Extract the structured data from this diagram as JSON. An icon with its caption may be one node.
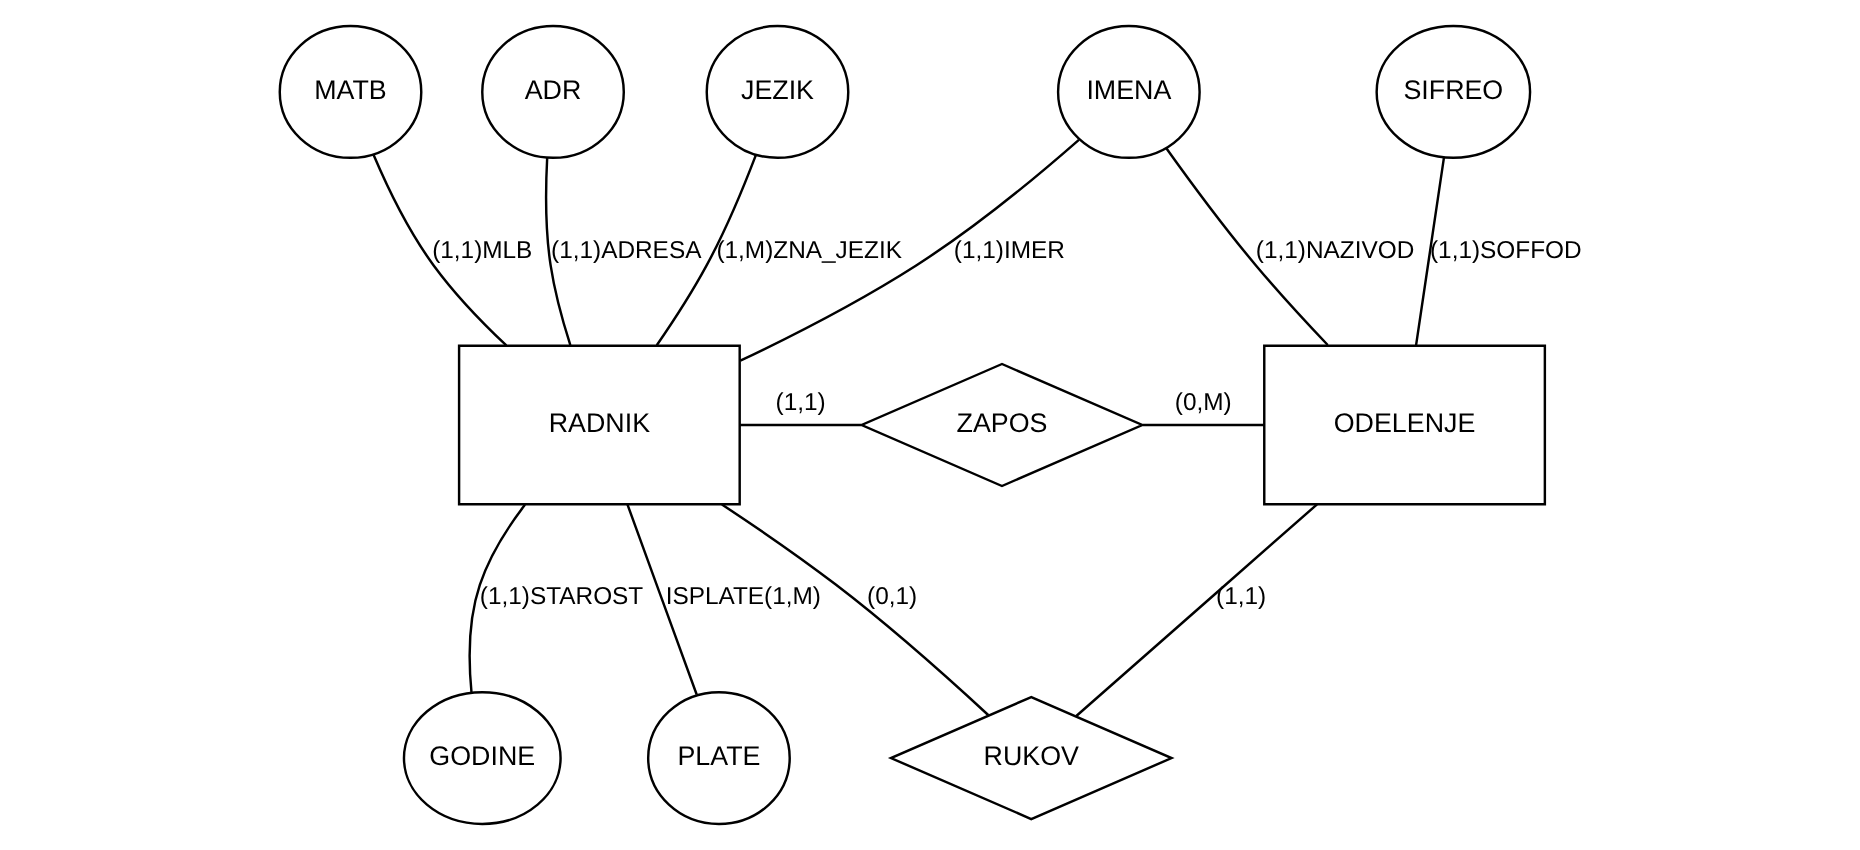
{
  "diagram": {
    "nodes": [
      {
        "text": [
          "MATB"
        ]
      },
      {
        "text": [
          "ADR"
        ]
      },
      {
        "text": [
          "JEZIK"
        ]
      },
      {
        "text": [
          "IMENA"
        ]
      },
      {
        "text": [
          "SIFREO"
        ]
      },
      {
        "text": [
          "RADNIK"
        ]
      },
      {
        "text": [
          "ZAPOS"
        ]
      },
      {
        "text": [
          "ODELENJE"
        ]
      },
      {
        "text": [
          "RUKOV"
        ]
      },
      {
        "text": [
          "GODINE"
        ]
      },
      {
        "text": [
          "PLATE"
        ]
      }
    ],
    "edges": [
      {
        "from": 0,
        "to": 5,
        "arrow": "none",
        "label": "(1,1)MLB"
      },
      {
        "from": 1,
        "to": 5,
        "arrow": "none",
        "label": "(1,1)ADRESA"
      },
      {
        "from": 2,
        "to": 5,
        "arrow": "none",
        "label": "(1,M)ZNA_JEZIK"
      },
      {
        "from": 3,
        "to": 5,
        "arrow": "none",
        "label": "(1,1)IMER"
      },
      {
        "from": 3,
        "to": 7,
        "arrow": "none",
        "label": "(1,1)NAZIVOD"
      },
      {
        "from": 4,
        "to": 7,
        "arrow": "none",
        "label": "(1,1)SOFFOD"
      },
      {
        "from": 5,
        "to": 6,
        "arrow": "none",
        "label": "(1,1)"
      },
      {
        "from": 6,
        "to": 7,
        "arrow": "none",
        "label": "(0,M)"
      },
      {
        "from": 5,
        "to": 8,
        "arrow": "none",
        "label": "(0,1)"
      },
      {
        "from": 8,
        "to": 7,
        "arrow": "none",
        "label": "(1,1)"
      },
      {
        "from": 5,
        "to": 9,
        "arrow": "none",
        "label": "(1,1)STAROST"
      },
      {
        "from": 5,
        "to": 10,
        "arrow": "none",
        "label": "ISPLATE(1,M)"
      }
    ]
  }
}
